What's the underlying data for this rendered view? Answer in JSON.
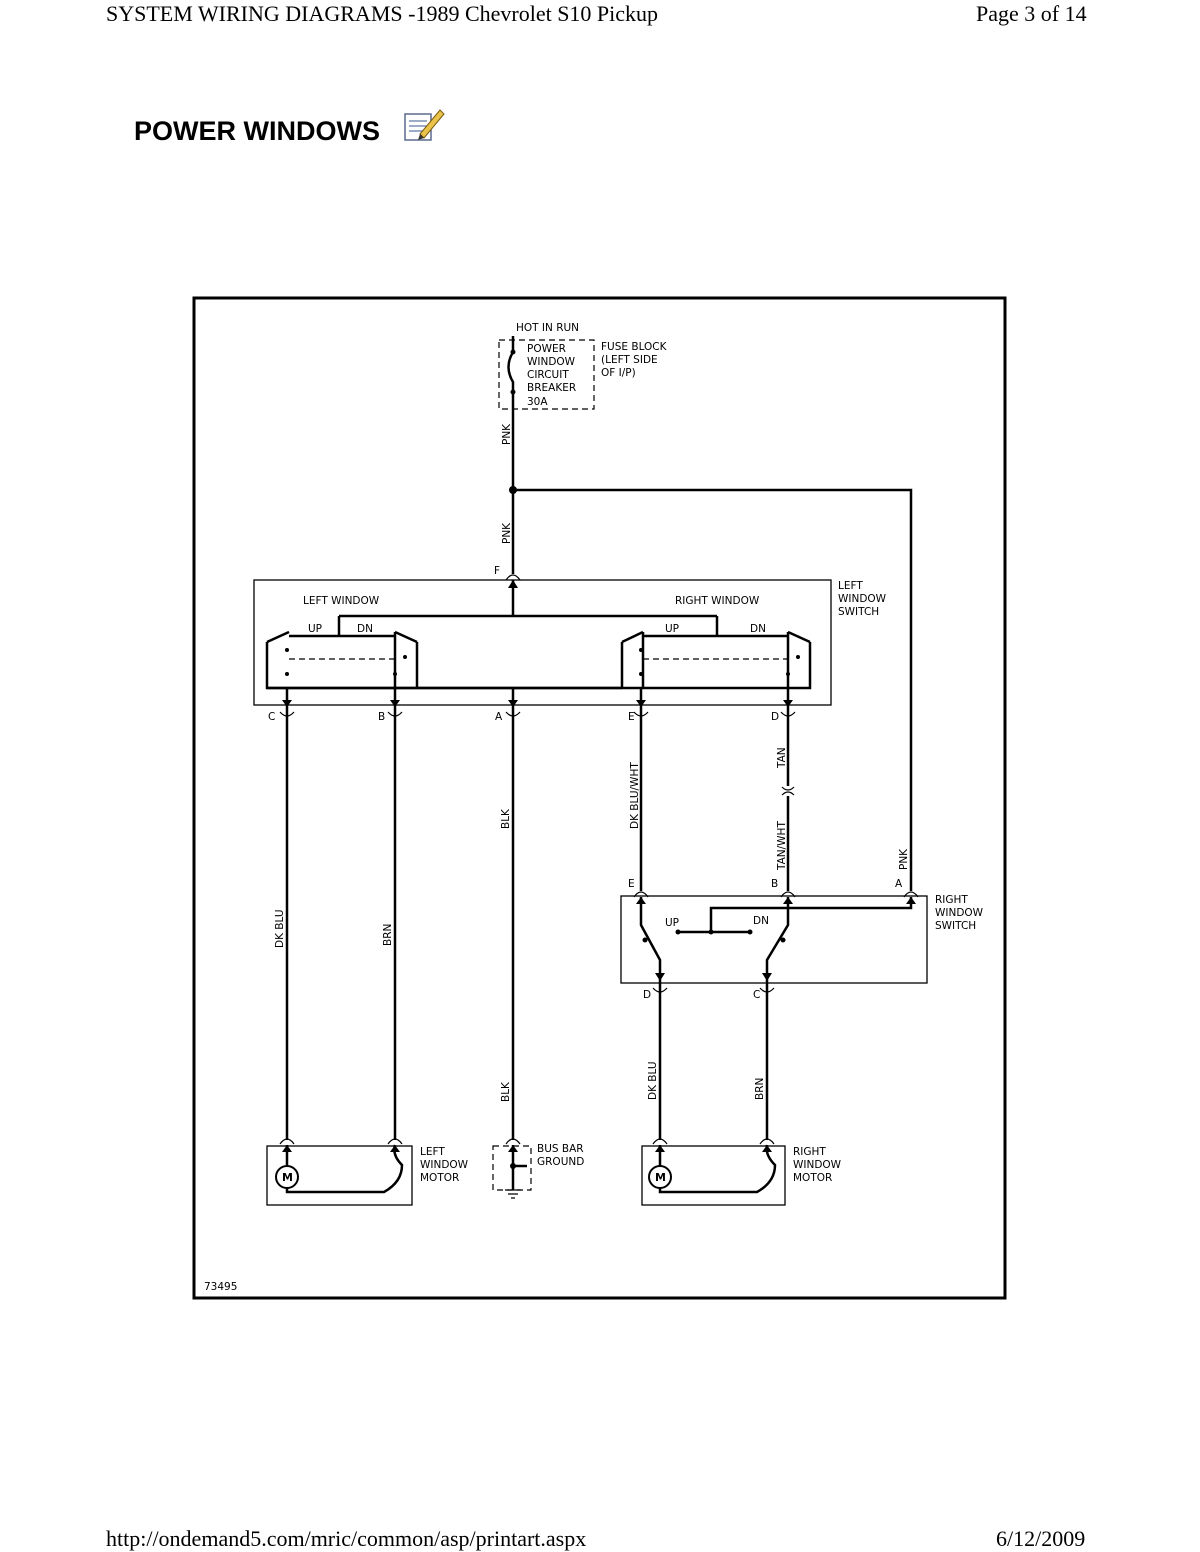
{
  "header": {
    "doc_title": "SYSTEM WIRING DIAGRAMS -1989 Chevrolet S10 Pickup",
    "page": "Page 3 of 14"
  },
  "section": {
    "title": "POWER WINDOWS",
    "icon": "note-pencil-icon"
  },
  "diagram": {
    "hot_in_run": "HOT IN RUN",
    "breaker": [
      "POWER",
      "WINDOW",
      "CIRCUIT",
      "BREAKER",
      "30A"
    ],
    "fuse_block": [
      "FUSE BLOCK",
      "(LEFT SIDE",
      "OF I/P)"
    ],
    "left_switch_label": [
      "LEFT",
      "WINDOW",
      "SWITCH"
    ],
    "left_window": "LEFT WINDOW",
    "right_window": "RIGHT WINDOW",
    "up": "UP",
    "dn": "DN",
    "right_switch_label": [
      "RIGHT",
      "WINDOW",
      "SWITCH"
    ],
    "left_motor_label": [
      "LEFT",
      "WINDOW",
      "MOTOR"
    ],
    "right_motor_label": [
      "RIGHT",
      "WINDOW",
      "MOTOR"
    ],
    "bus_bar": [
      "BUS BAR",
      "GROUND"
    ],
    "motor_symbol": "M",
    "pins": {
      "A": "A",
      "B": "B",
      "C": "C",
      "D": "D",
      "E": "E",
      "F": "F"
    },
    "wires": {
      "pnk": "PNK",
      "blk": "BLK",
      "dk_blu": "DK BLU",
      "brn": "BRN",
      "dk_blu_wht": "DK BLU/WHT",
      "tan": "TAN",
      "tan_wht": "TAN/WHT"
    },
    "figure_id": "73495"
  },
  "footer": {
    "url": "http://ondemand5.com/mric/common/asp/printart.aspx",
    "date": "6/12/2009"
  }
}
